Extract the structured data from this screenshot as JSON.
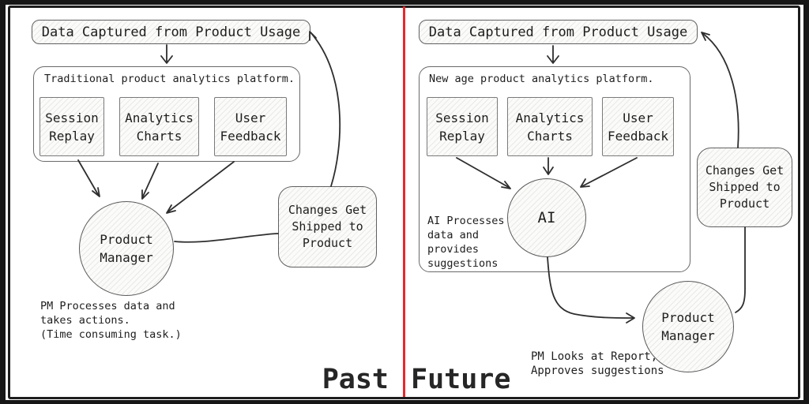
{
  "colors": {
    "divider_red": "#e8272c",
    "connector_stroke": "#2e2e2e",
    "frame_black": "#1d1d1d",
    "shape_fill": "#fbfbf9"
  },
  "divider": {
    "past_label": "Past",
    "future_label": "Future"
  },
  "past": {
    "data_source": "Data Captured from Product Usage",
    "platform_title": "Traditional product analytics platform.",
    "tools": [
      {
        "label": "Session Replay"
      },
      {
        "label": "Analytics Charts"
      },
      {
        "label": "User Feedback"
      }
    ],
    "actor": "Product Manager",
    "ship": "Changes Get Shipped to Product",
    "note": "PM Processes data and\ntakes actions.\n(Time consuming task.)"
  },
  "future": {
    "data_source": "Data Captured from Product Usage",
    "platform_title": "New age product analytics platform.",
    "tools": [
      {
        "label": "Session Replay"
      },
      {
        "label": "Analytics Charts"
      },
      {
        "label": "User Feedback"
      }
    ],
    "ai": "AI",
    "ai_note": "AI Processes\ndata and\nprovides\nsuggestions",
    "actor": "Product Manager",
    "ship": "Changes Get Shipped to Product",
    "note": "PM Looks at Report,\nApproves suggestions"
  }
}
